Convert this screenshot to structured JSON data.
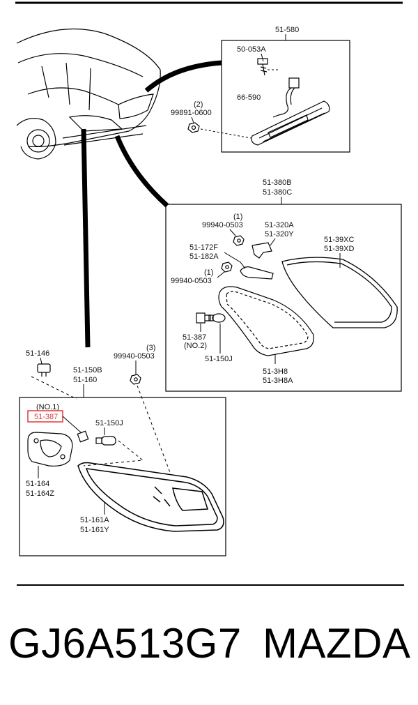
{
  "callouts": {
    "c51_580": "51-580",
    "c50_053A": "50-053A",
    "c66_590": "66-590",
    "q2": "(2)",
    "c99891_0600": "99891-0600",
    "c51_380B": "51-380B",
    "c51_380C": "51-380C",
    "q1a": "(1)",
    "c99940_0503a": "99940-0503",
    "c51_320A": "51-320A",
    "c51_320Y": "51-320Y",
    "c51_172F": "51-172F",
    "c51_182A": "51-182A",
    "c51_39XC": "51-39XC",
    "c51_39XD": "51-39XD",
    "q1b": "(1)",
    "c99940_0503b": "99940-0503",
    "c51_387a": "51-387",
    "no2": "(NO.2)",
    "c51_150Ja": "51-150J",
    "c51_3H8": "51-3H8",
    "c51_3H8A": "51-3H8A",
    "c51_146": "51-146",
    "q3": "(3)",
    "c99940_0503c": "99940-0503",
    "c51_150B": "51-150B",
    "c51_160": "51-160",
    "no1": "(NO.1)",
    "c51_387b": "51-387",
    "c51_150Jb": "51-150J",
    "c51_164": "51-164",
    "c51_164Z": "51-164Z",
    "c51_161A": "51-161A",
    "c51_161Y": "51-161Y"
  },
  "highlight_color": "#e0393b",
  "footer": {
    "part_number": "GJ6A513G7",
    "brand": "MAZDA"
  }
}
